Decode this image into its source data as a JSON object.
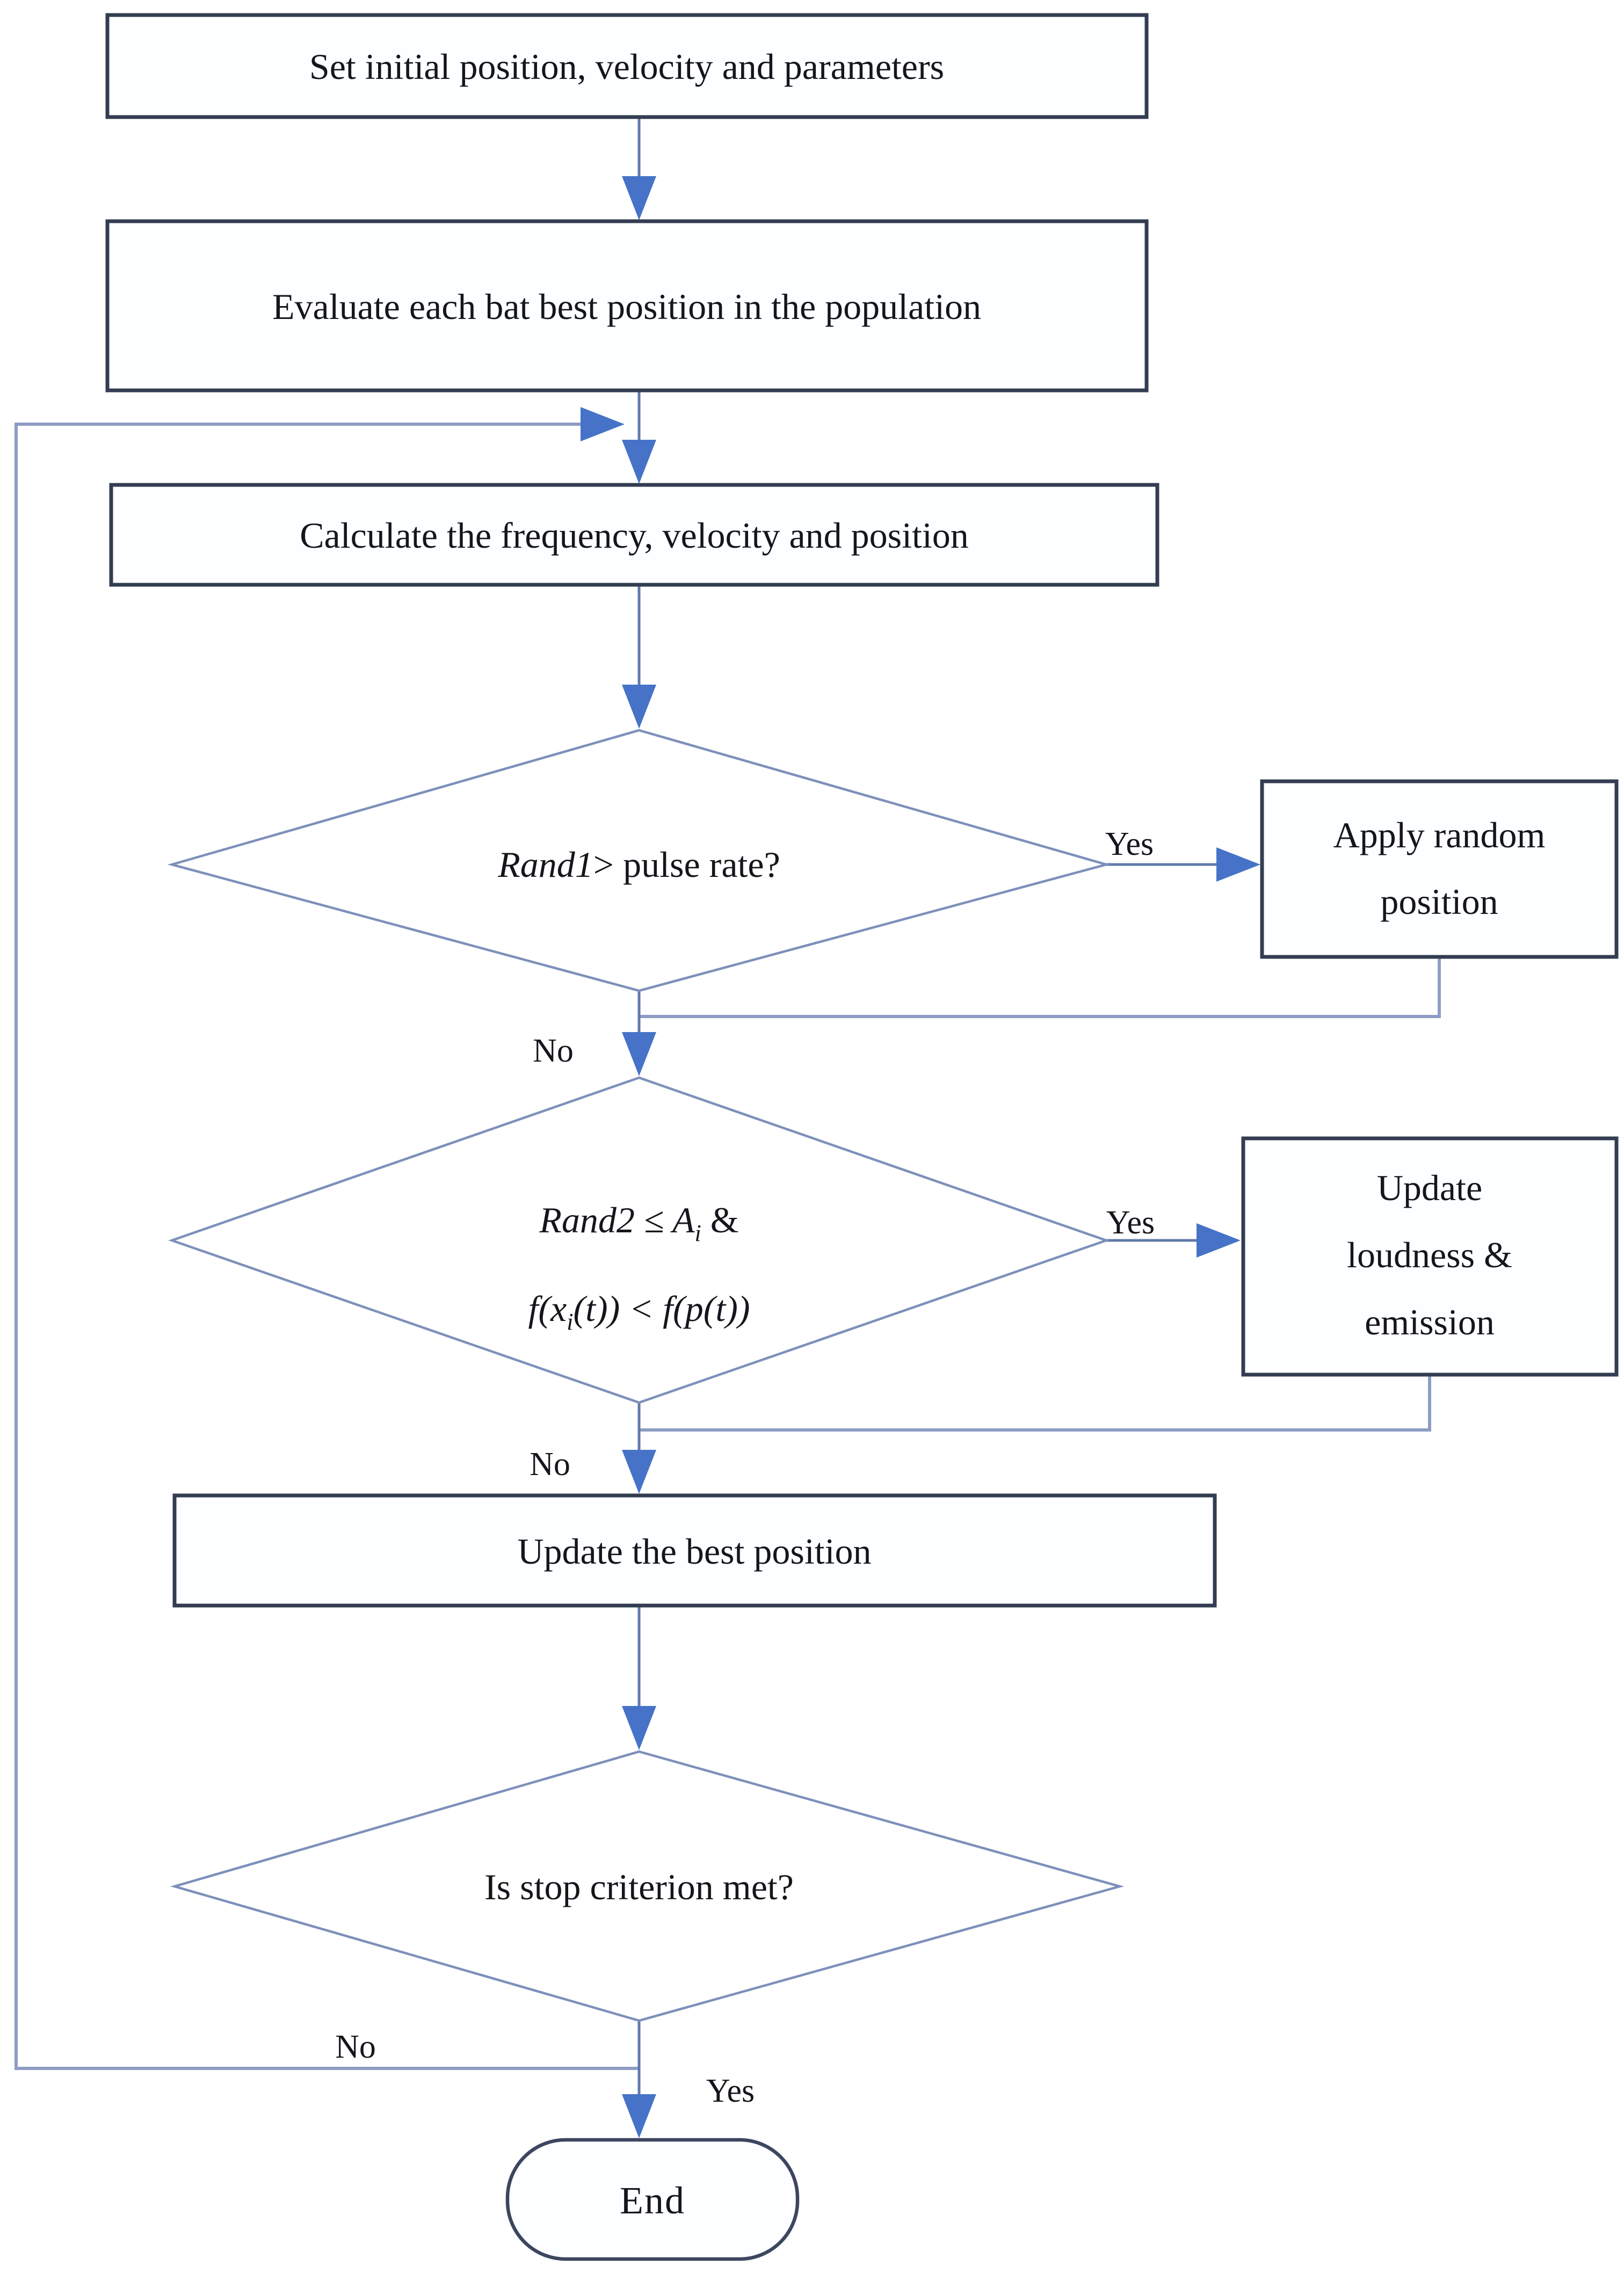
{
  "colors": {
    "background": "#ffffff",
    "rect_border": "#333d52",
    "rect_fill": "#fdfeff",
    "diamond_border": "#7d90ba",
    "diamond_fill": "#ffffff",
    "end_border": "#3c4660",
    "connector": "#5f7aa9",
    "connector_light": "#8d9dc4",
    "arrowhead": "#4673c8",
    "text": "#14161c"
  },
  "nodes": {
    "init": {
      "label": "Set initial position, velocity and parameters"
    },
    "evaluate": {
      "label": "Evaluate each bat best position in the population"
    },
    "calculate": {
      "label": "Calculate the frequency, velocity and position"
    },
    "pulse_decision": {
      "var": "Rand1",
      "rest": "> pulse rate?"
    },
    "apply_random": {
      "line1": "Apply random",
      "line2": "position"
    },
    "loudness_decision": {
      "line1_main": "Rand2 ≤ A",
      "line1_sub": "i",
      "line1_tail": " &",
      "line2_main": "f(x",
      "line2_sub": "i",
      "line2_tail": "(t)) < f(p(t))"
    },
    "update_loudness": {
      "line1": "Update",
      "line2": "loudness &",
      "line3": "emission"
    },
    "update_best": {
      "label": "Update the best position"
    },
    "stop_decision": {
      "label": "Is stop criterion met?"
    },
    "end": {
      "label": "End"
    }
  },
  "edge_labels": {
    "pulse_yes": "Yes",
    "pulse_no": "No",
    "loudness_yes": "Yes",
    "loudness_no": "No",
    "stop_no": "No",
    "stop_yes": "Yes"
  }
}
